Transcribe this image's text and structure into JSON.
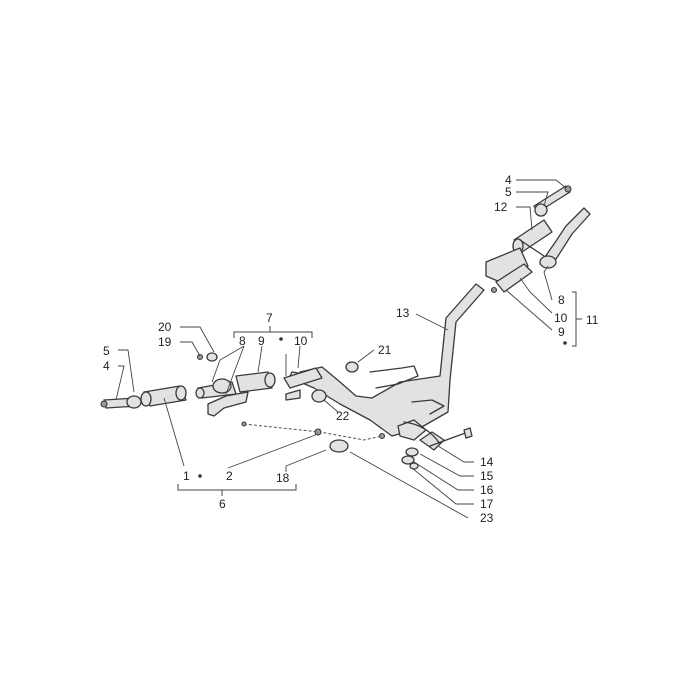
{
  "diagram": {
    "callouts": {
      "c1": "1",
      "c2": "2",
      "c4L": "4",
      "c4R": "4",
      "c5L": "5",
      "c5R": "5",
      "c6": "6",
      "c7": "7",
      "c8L": "8",
      "c8R": "8",
      "c9L": "9",
      "c9R": "9",
      "c10L": "10",
      "c10R": "10",
      "c11": "11",
      "c12": "12",
      "c13": "13",
      "c14": "14",
      "c15": "15",
      "c16": "16",
      "c17": "17",
      "c18": "18",
      "c19": "19",
      "c20": "20",
      "c21": "21",
      "c22": "22",
      "c23": "23"
    }
  }
}
